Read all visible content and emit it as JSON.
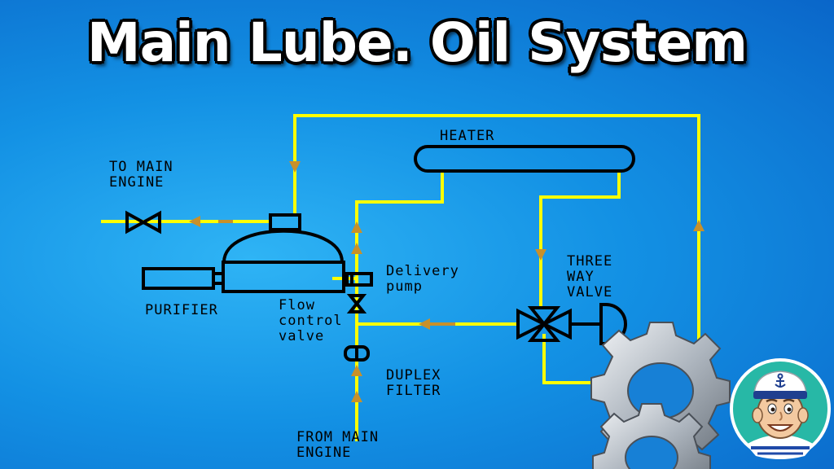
{
  "title": "Main Lube. Oil System",
  "colors": {
    "pipe": "#ffff00",
    "flow_arrow": "#c8902a",
    "equipment_outline": "#000000",
    "background": "#1391e4"
  },
  "labels": {
    "heater": "HEATER",
    "to_main_engine_1": "TO MAIN",
    "to_main_engine_2": "ENGINE",
    "delivery_pump_1": "Delivery",
    "delivery_pump_2": "pump",
    "three_way_valve_1": "THREE",
    "three_way_valve_2": "WAY",
    "three_way_valve_3": "VALVE",
    "purifier": "PURIFIER",
    "flow_control_1": "Flow",
    "flow_control_2": "control",
    "flow_control_3": "valve",
    "duplex_filter_1": "DUPLEX",
    "duplex_filter_2": "FILTER",
    "from_main_engine_1": "FROM MAIN",
    "from_main_engine_2": "ENGINE"
  },
  "icons": {
    "gears": "gears-icon",
    "logo": "sailor-avatar-icon"
  }
}
